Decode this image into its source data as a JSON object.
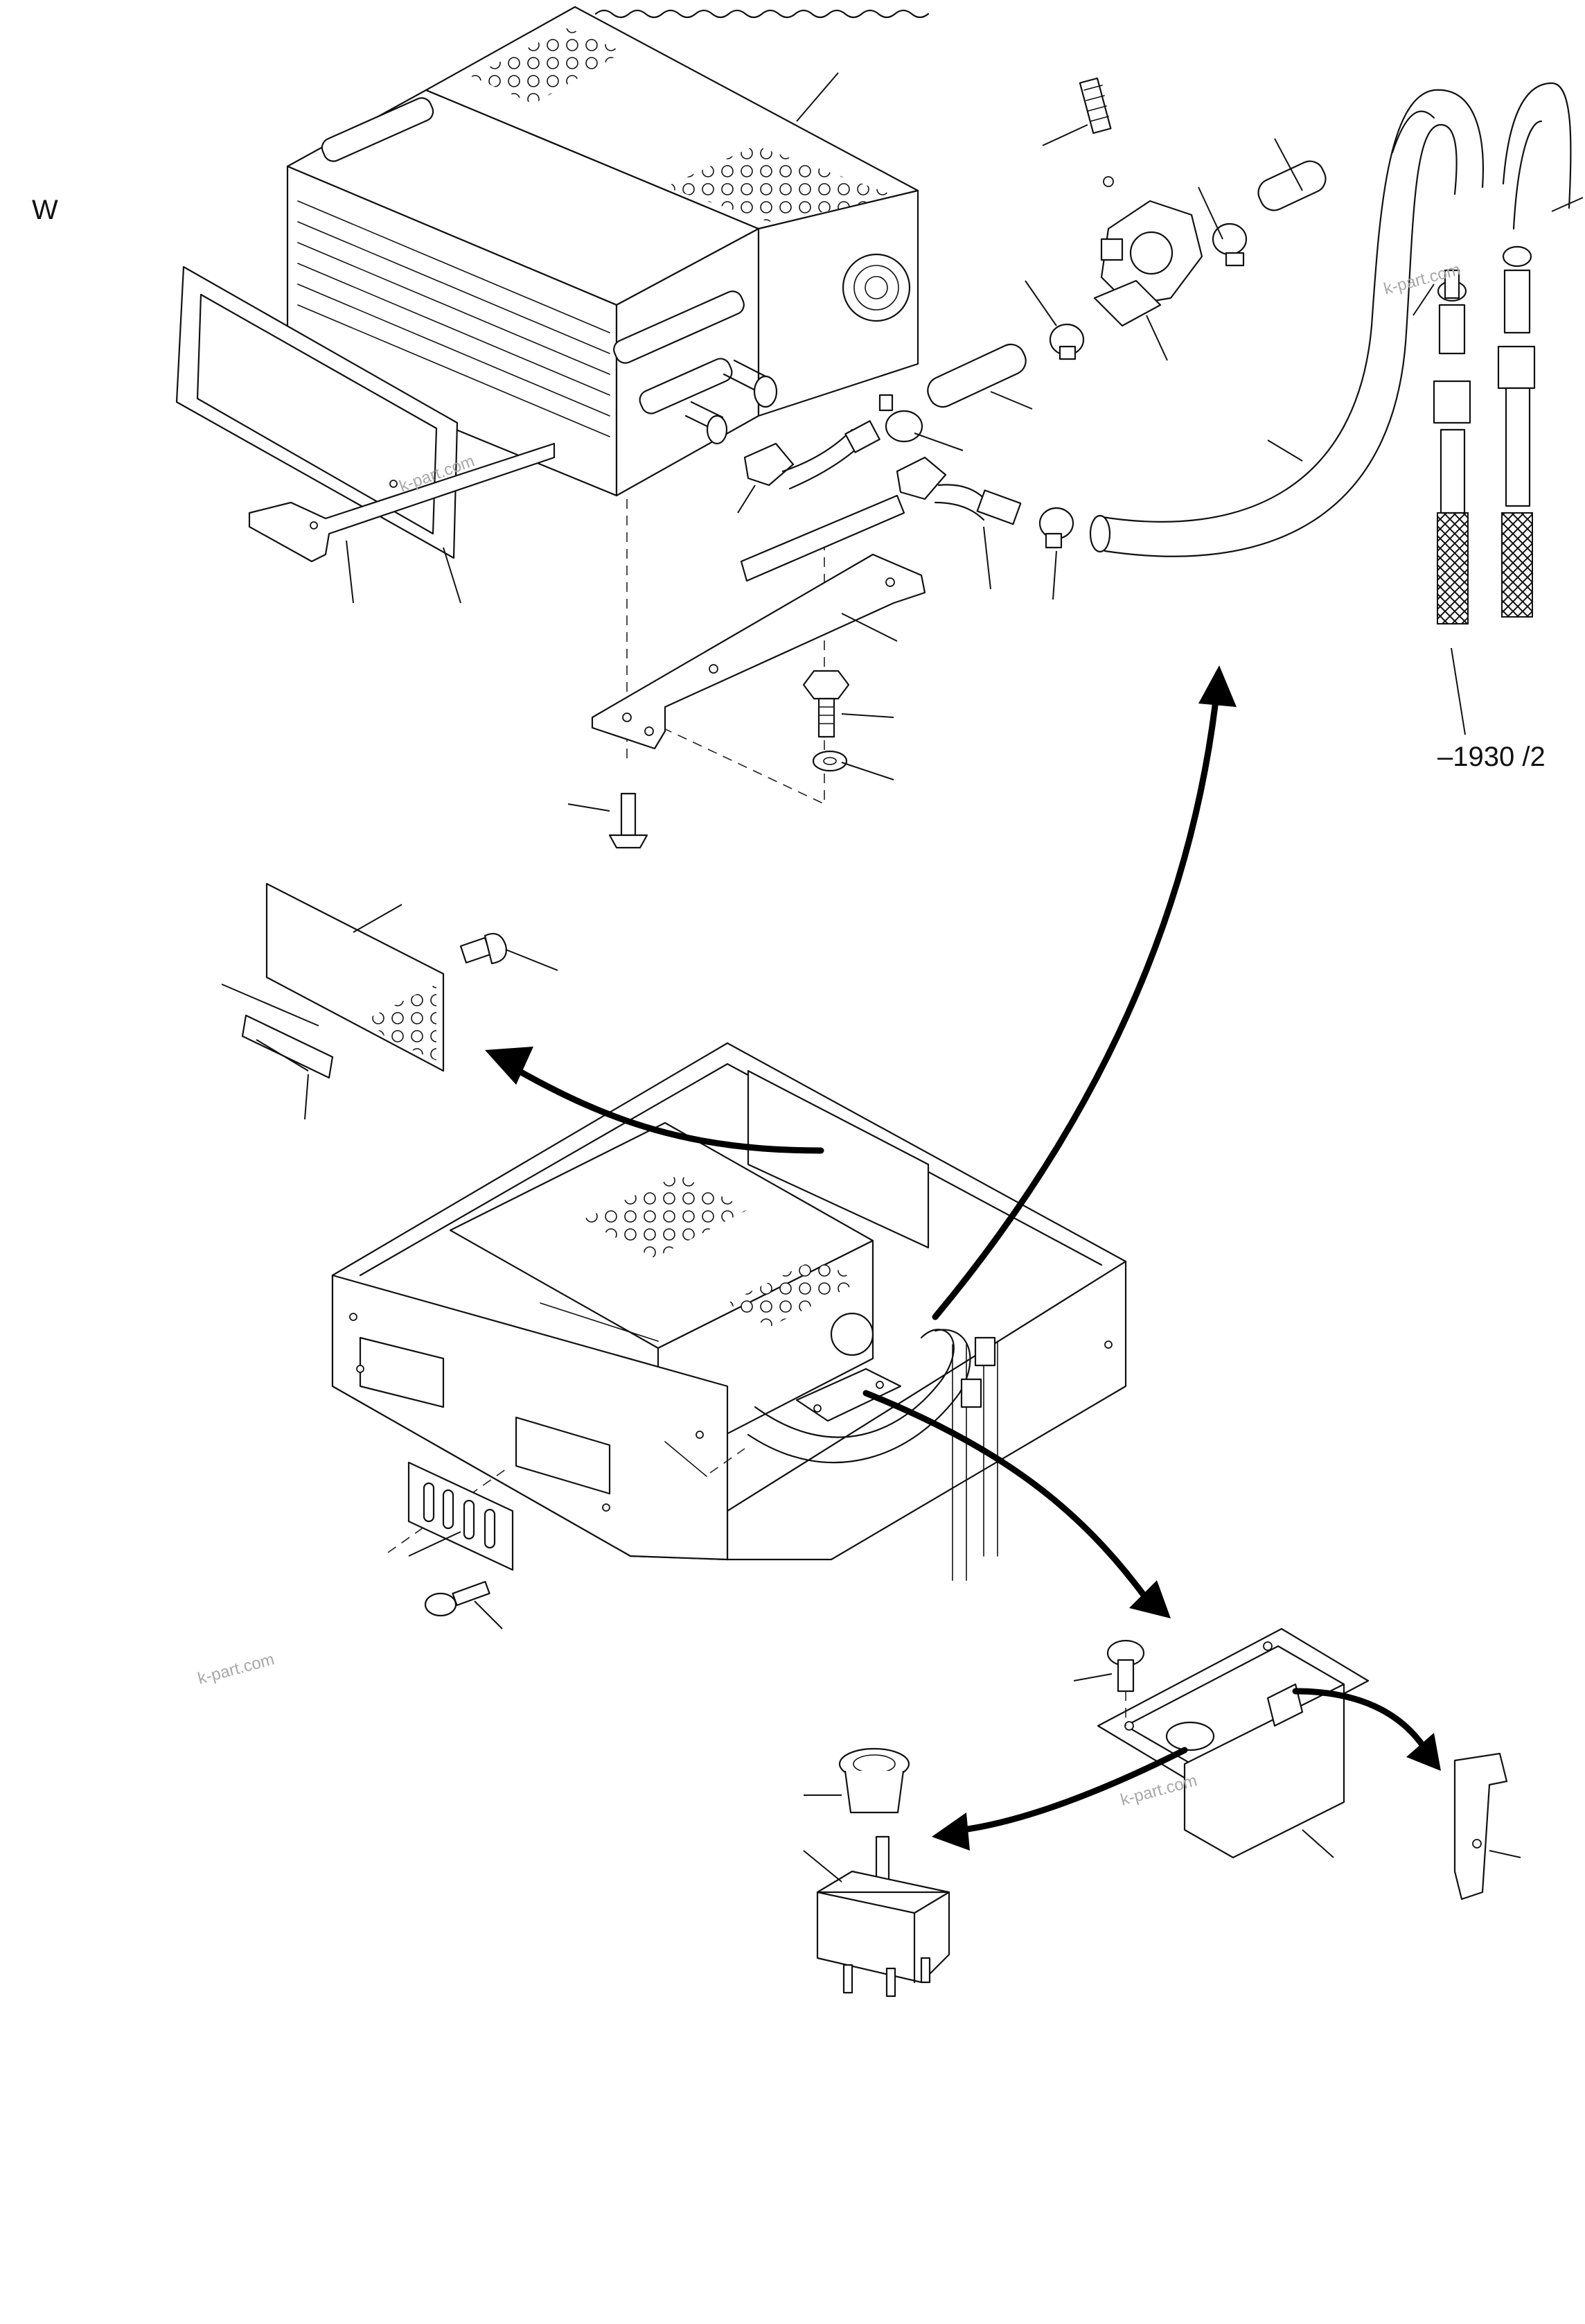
{
  "diagram": {
    "section_label": "W",
    "reference_label": "–1930 /2",
    "watermark": "k-part.com"
  },
  "colors": {
    "line": "#111111",
    "background": "#ffffff",
    "watermark": "#a8a8a8"
  },
  "icons": [
    "arrow-curved-icon"
  ]
}
